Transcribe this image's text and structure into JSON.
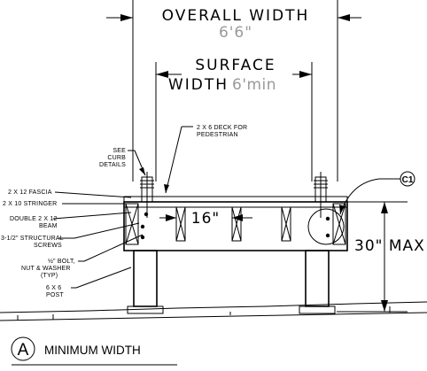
{
  "overall": {
    "label": "OVERALL  WIDTH",
    "value": "6'6\""
  },
  "surface": {
    "line1": "SURFACE",
    "line2": "WIDTH",
    "value": "6'min"
  },
  "deck_note": {
    "line1": "2 X 6 DECK FOR",
    "line2": "PEDESTRIAN"
  },
  "curb_note": {
    "line1": "SEE",
    "line2": "CURB",
    "line3": "DETAILS"
  },
  "labels": {
    "fascia": "2 X 12 FASCIA",
    "stringer": "2 X 10 STRINGER",
    "beam1": "DOUBLE 2 X 12",
    "beam2": "BEAM",
    "screws1": "3-1/2\" STRUCTURAL",
    "screws2": "SCREWS",
    "bolt1": "½\" BOLT,",
    "bolt2": "NUT & WASHER",
    "bolt3": "(TYP)",
    "post1": "6 X 6",
    "post2": "POST"
  },
  "spacing": "16\"",
  "height": "30\"  MAX",
  "callout": "C1",
  "section": {
    "letter": "A",
    "title": "MINIMUM WIDTH"
  }
}
